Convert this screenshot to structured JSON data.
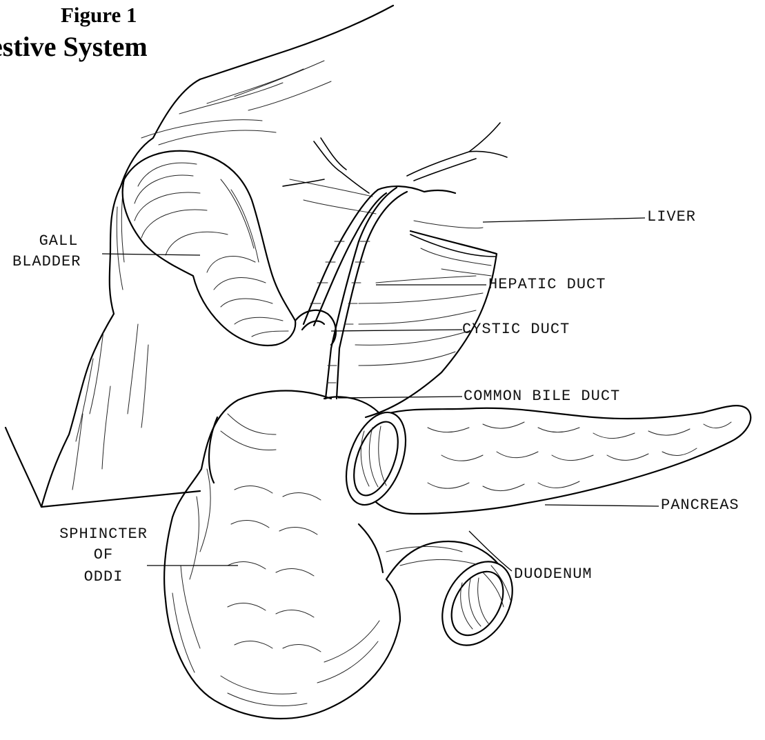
{
  "figure": {
    "number": "Figure 1",
    "title": "gestive System"
  },
  "labels": {
    "liver": "LIVER",
    "gall_bladder_line1": "GALL",
    "gall_bladder_line2": "BLADDER",
    "hepatic_duct": "HEPATIC DUCT",
    "cystic_duct": "CYSTIC DUCT",
    "common_bile_duct": "COMMON BILE DUCT",
    "pancreas": "PANCREAS",
    "sphincter_line1": "SPHINCTER",
    "sphincter_line2": "OF",
    "sphincter_line3": "ODDI",
    "duodenum": "DUODENUM"
  }
}
